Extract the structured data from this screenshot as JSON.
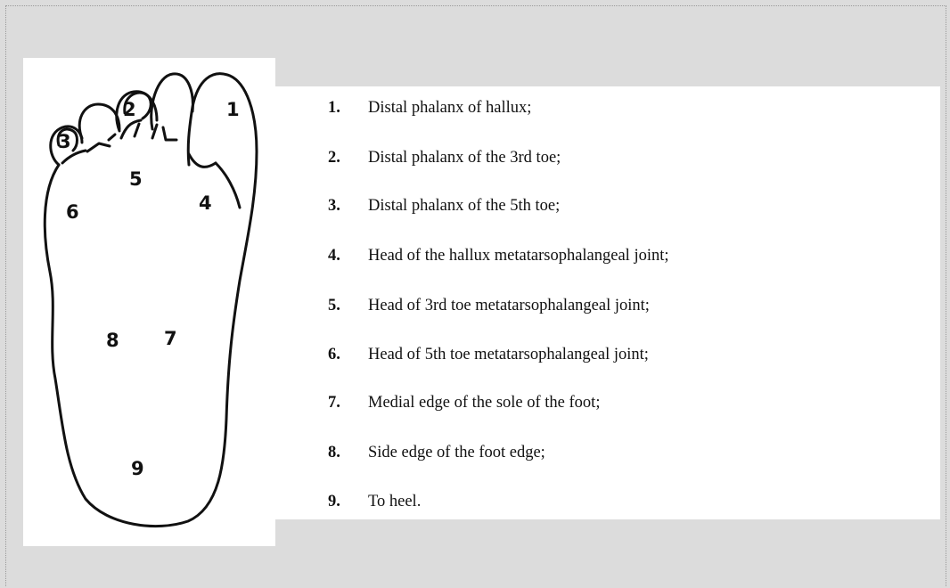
{
  "diagram": {
    "foot_labels": [
      "1",
      "2",
      "3",
      "4",
      "5",
      "6",
      "7",
      "8",
      "9"
    ],
    "legend": [
      {
        "number": "1.",
        "text": "Distal phalanx of hallux;"
      },
      {
        "number": "2.",
        "text": "Distal phalanx of the 3rd toe;"
      },
      {
        "number": "3.",
        "text": "Distal phalanx of the 5th toe;"
      },
      {
        "number": "4.",
        "text": "Head of the hallux metatarsophalangeal joint;"
      },
      {
        "number": "5.",
        "text": "Head of 3rd toe metatarsophalangeal joint;"
      },
      {
        "number": "6.",
        "text": " Head of 5th toe metatarsophalangeal joint;"
      },
      {
        "number": "7.",
        "text": "Medial edge of the sole of the foot;"
      },
      {
        "number": "8.",
        "text": "Side edge of the foot edge;"
      },
      {
        "number": "9.",
        "text": "To heel."
      }
    ]
  },
  "colors": {
    "background": "#dcdcdc",
    "panel": "#ffffff",
    "ink": "#111111"
  }
}
